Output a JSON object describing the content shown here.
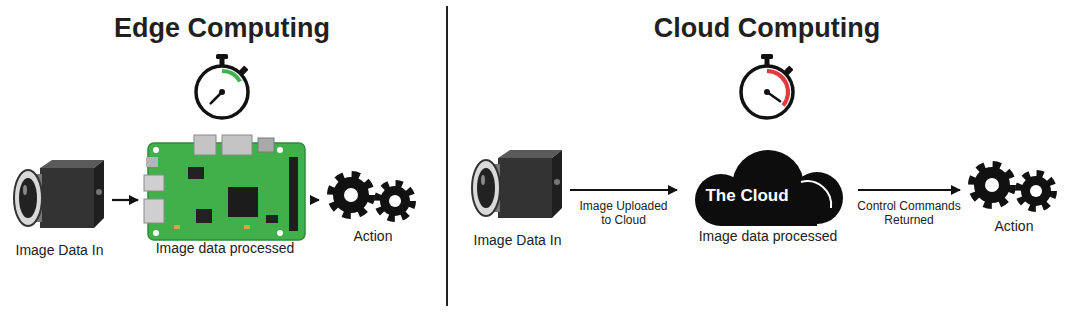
{
  "diagram": {
    "nodes": [
      {
        "text": [
          "Image Data In"
        ]
      },
      {
        "text": [
          "Image data processed"
        ]
      },
      {
        "text": [
          "Action"
        ]
      },
      {
        "text": [
          "Image Data In"
        ]
      },
      {
        "text": [
          "The Cloud",
          "Image data processed"
        ]
      },
      {
        "text": [
          "Action"
        ]
      }
    ],
    "edges": [
      {
        "from": 0,
        "to": 1,
        "arrow": "to"
      },
      {
        "from": 1,
        "to": 2,
        "arrow": "to"
      },
      {
        "from": 3,
        "to": 4,
        "label": "Image Uploaded to Cloud",
        "arrow": "to"
      },
      {
        "from": 4,
        "to": 5,
        "label": "Control Commands Returned",
        "arrow": "to"
      }
    ],
    "labels": [
      "Edge Computing",
      "Cloud Computing"
    ]
  }
}
